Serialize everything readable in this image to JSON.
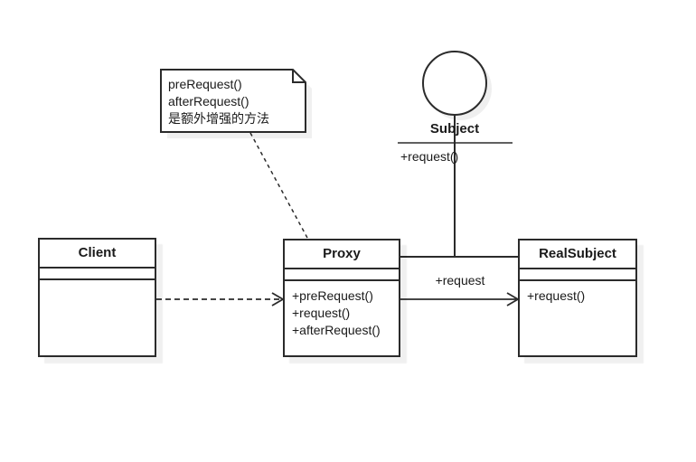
{
  "note": {
    "lines": [
      "preRequest()",
      "afterRequest()",
      "是额外增强的方法"
    ]
  },
  "interface": {
    "name": "Subject",
    "method": "+request()"
  },
  "classes": {
    "client": {
      "name": "Client"
    },
    "proxy": {
      "name": "Proxy",
      "methods": [
        "+preRequest()",
        "+request()",
        "+afterRequest()"
      ]
    },
    "realsubject": {
      "name": "RealSubject",
      "methods": [
        "+request()"
      ]
    }
  },
  "edges": {
    "request_label": "+request"
  },
  "colors": {
    "line": "#2b2b2b",
    "background": "#ffffff",
    "shadow": "#f0f0f0"
  }
}
